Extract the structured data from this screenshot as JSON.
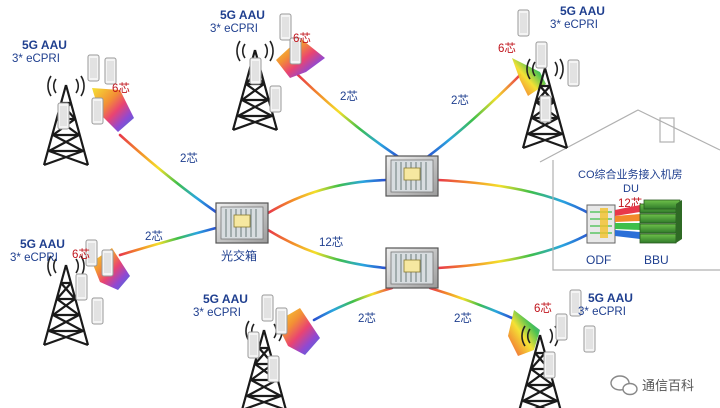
{
  "sites": [
    {
      "title": "5G AAU",
      "sub": "3* eCPRI",
      "cores": "6芯"
    },
    {
      "title": "5G AAU",
      "sub": "3* eCPRI",
      "cores": "6芯"
    },
    {
      "title": "5G AAU",
      "sub": "3* eCPRI",
      "cores": "6芯"
    },
    {
      "title": "5G AAU",
      "sub": "3* eCPRI",
      "cores": "6芯"
    },
    {
      "title": "5G AAU",
      "sub": "3* eCPRI",
      "cores": ""
    },
    {
      "title": "5G AAU",
      "sub": "3* eCPRI",
      "cores": "6芯"
    }
  ],
  "link_labels": {
    "top_left": "2芯",
    "top_right": "2芯",
    "left_upper": "2芯",
    "left_lower": "2芯",
    "ring": "12芯",
    "bottom_left": "2芯",
    "bottom_right": "2芯"
  },
  "cabinet_label": "光交箱",
  "co": {
    "title": "CO综合业务接入机房",
    "du": "DU",
    "cores": "12芯",
    "odf": "ODF",
    "bbu": "BBU"
  },
  "watermark": "通信百科"
}
